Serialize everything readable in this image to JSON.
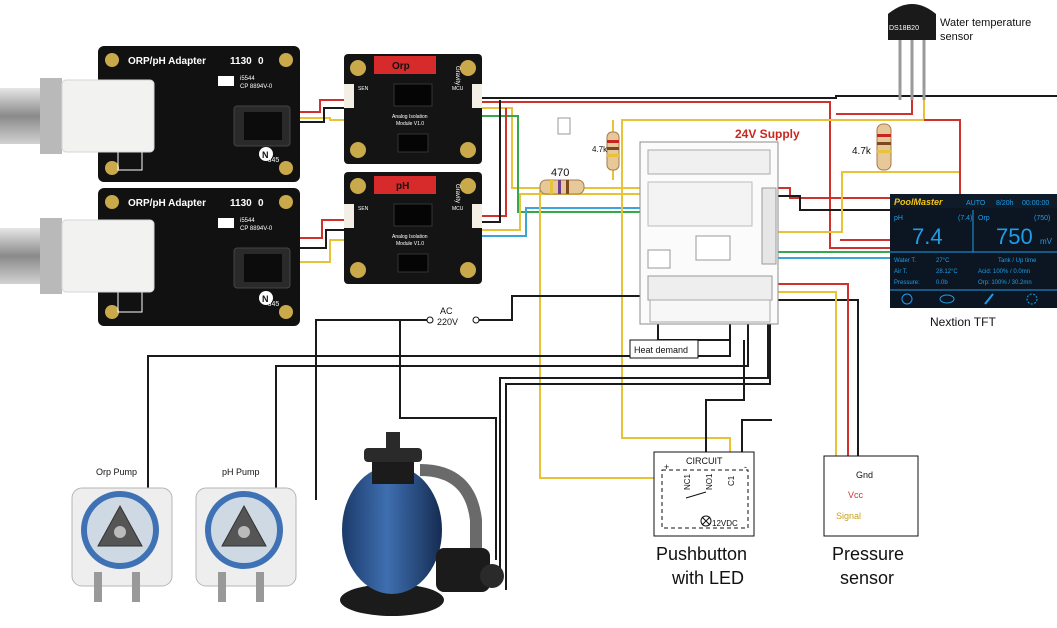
{
  "adapters": [
    {
      "title": "ORP/pH Adapter",
      "number": "1130",
      "version": "0",
      "marks": "i5544",
      "part": "CP 8894V-0",
      "connector": "J45",
      "badge": "N"
    },
    {
      "title": "ORP/pH Adapter",
      "number": "1130",
      "version": "0",
      "marks": "i5544",
      "part": "CP 8894V-0",
      "connector": "J45",
      "badge": "N"
    }
  ],
  "isolators": [
    {
      "tag": "Orp",
      "brand": "Gravity",
      "line1": "Analog Isolation",
      "line2": "Module V1.0",
      "sen": "SEN",
      "mcu": "MCU"
    },
    {
      "tag": "pH",
      "brand": "Gravity",
      "line1": "Analog Isolation",
      "line2": "Module V1.0",
      "sen": "SEN",
      "mcu": "MCU"
    }
  ],
  "labels": {
    "supply": "24V Supply",
    "r1": "4.7k",
    "r2": "4.7k",
    "r3": "470",
    "ac_line1": "AC",
    "ac_line2": "220V",
    "heat": "Heat demand",
    "sensor_chip": "DS18B20",
    "sensor_line1": "Water temperature",
    "sensor_line2": "sensor",
    "tft_caption": "Nextion TFT",
    "orp_pump": "Orp Pump",
    "ph_pump": "pH Pump",
    "circuit": "CIRCUIT",
    "pin_plus": "+",
    "pin_nc": "NC1",
    "pin_no": "NO1",
    "pin_c": "C1",
    "pin_minus": "-",
    "vdc": "12VDC",
    "push_line1": "Pushbutton",
    "push_line2": "with LED",
    "gnd": "Gnd",
    "vcc": "Vcc",
    "signal": "Signal",
    "pressure_line1": "Pressure",
    "pressure_line2": "sensor"
  },
  "tft": {
    "brand": "PoolMaster",
    "mode": "AUTO",
    "date": "8/20h",
    "time": "00:00:00",
    "ph_label": "pH",
    "ph_target": "(7.4)",
    "ph_value": "7.4",
    "orp_label": "Orp",
    "orp_target": "(750)",
    "orp_value": "750",
    "orp_unit": "mV",
    "rows": [
      {
        "left": "Water T.",
        "mid": "27°C",
        "right": "Tank / Up time"
      },
      {
        "left": "Air T.",
        "mid": "28.12°C",
        "right": "Acid:   100% / 0.0mn"
      },
      {
        "left": "Pressure:",
        "mid": "0.0b",
        "right": "Orp:   100% / 30.2mn"
      }
    ],
    "colors": {
      "bg": "#0b1622",
      "accent": "#1e9de8",
      "header": "#f0c419"
    }
  },
  "colors": {
    "wire_red": "#d0312d",
    "wire_yellow": "#e8c33a",
    "wire_black": "#1a1a1a",
    "wire_green": "#38a64a",
    "wire_blue": "#3aa6d8",
    "board": "#111111",
    "connector": "#f4efe4"
  }
}
